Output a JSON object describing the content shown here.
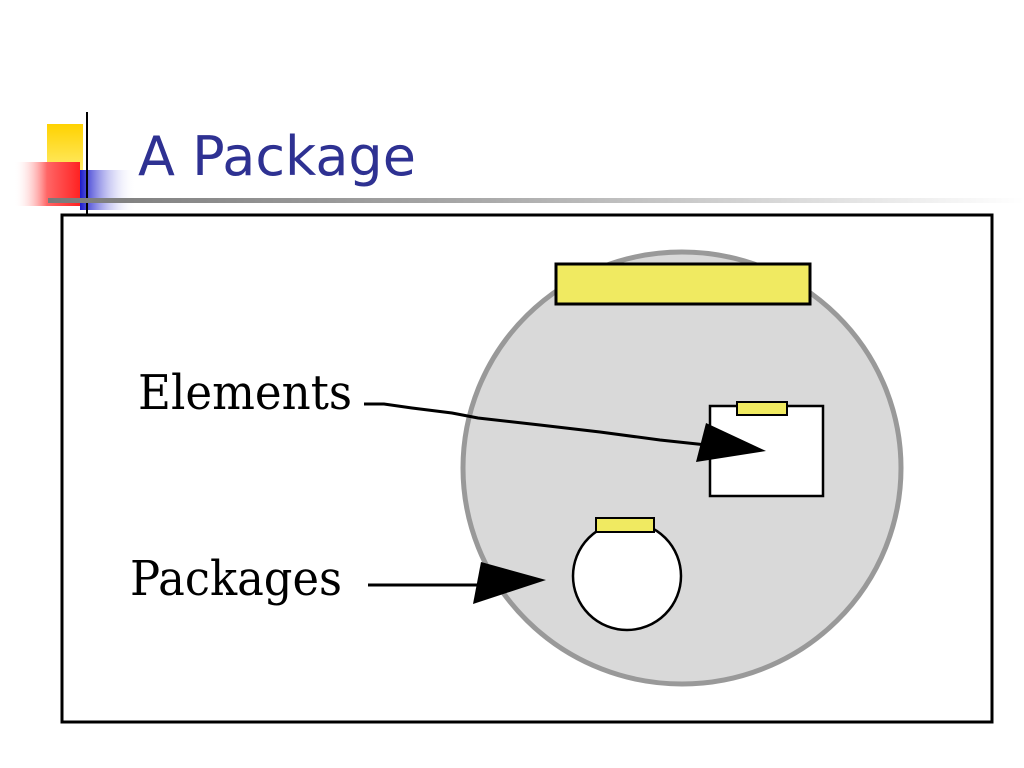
{
  "slide": {
    "title": "A Package"
  },
  "diagram": {
    "labels": {
      "elements": "Elements",
      "packages": "Packages"
    }
  },
  "colors": {
    "title": "#2e3192",
    "package_fill": "#d9d9d9",
    "package_outline": "#999999",
    "tab_yellow": "#f0ea61",
    "accent_yellow": "#ffcc00",
    "accent_red": "#ff3333",
    "accent_blue": "#2222cc"
  },
  "icons": {
    "decoration": "square-accent-icon"
  }
}
